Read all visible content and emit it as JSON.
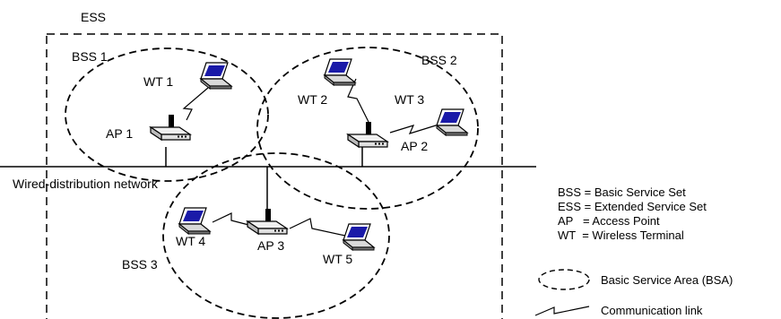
{
  "ess": {
    "label": "ESS"
  },
  "bss": [
    {
      "label": "BSS 1"
    },
    {
      "label": "BSS 2"
    },
    {
      "label": "BSS 3"
    }
  ],
  "access_points": [
    {
      "label": "AP 1"
    },
    {
      "label": "AP 2"
    },
    {
      "label": "AP 3"
    }
  ],
  "terminals": [
    {
      "label": "WT 1"
    },
    {
      "label": "WT 2"
    },
    {
      "label": "WT 3"
    },
    {
      "label": "WT 4"
    },
    {
      "label": "WT 5"
    }
  ],
  "network": {
    "label": "Wired-distribution network"
  },
  "legend": {
    "bss": "BSS = Basic Service Set",
    "ess": "ESS = Extended Service Set",
    "ap": "AP   = Access Point",
    "wt": "WT  = Wireless Terminal",
    "bsa": "Basic Service Area (BSA)",
    "link": "Communication link"
  },
  "icons": {
    "laptop": "laptop-icon",
    "access_point": "access-point-icon",
    "bsa": "dashed-ellipse-icon",
    "link": "zigzag-link-icon"
  }
}
